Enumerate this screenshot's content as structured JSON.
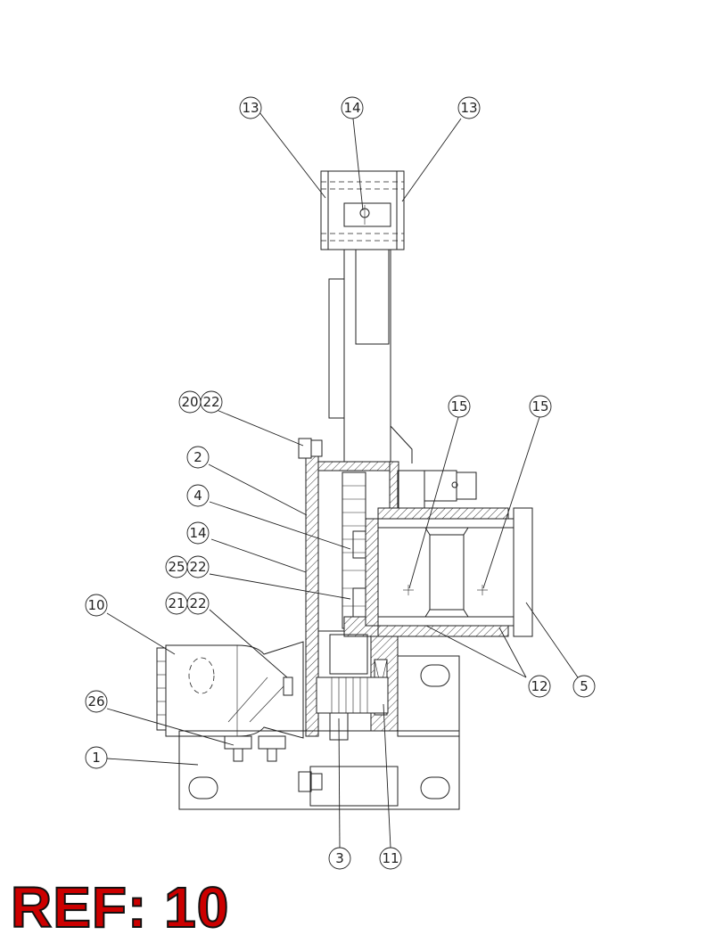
{
  "reference_label": "REF: 10",
  "callouts": {
    "c13a": "13",
    "c14a": "14",
    "c13b": "13",
    "c2022": "20 22",
    "c15a": "15",
    "c15b": "15",
    "c2": "2",
    "c4": "4",
    "c14b": "14",
    "c2522": "25 22",
    "c10": "10",
    "c2122": "21 22",
    "c26": "26",
    "c1": "1",
    "c12": "12",
    "c5": "5",
    "c3": "3",
    "c11": "11"
  },
  "colors": {
    "line": "#222222",
    "label_fill": "#cc0000",
    "label_outline": "#111111"
  }
}
